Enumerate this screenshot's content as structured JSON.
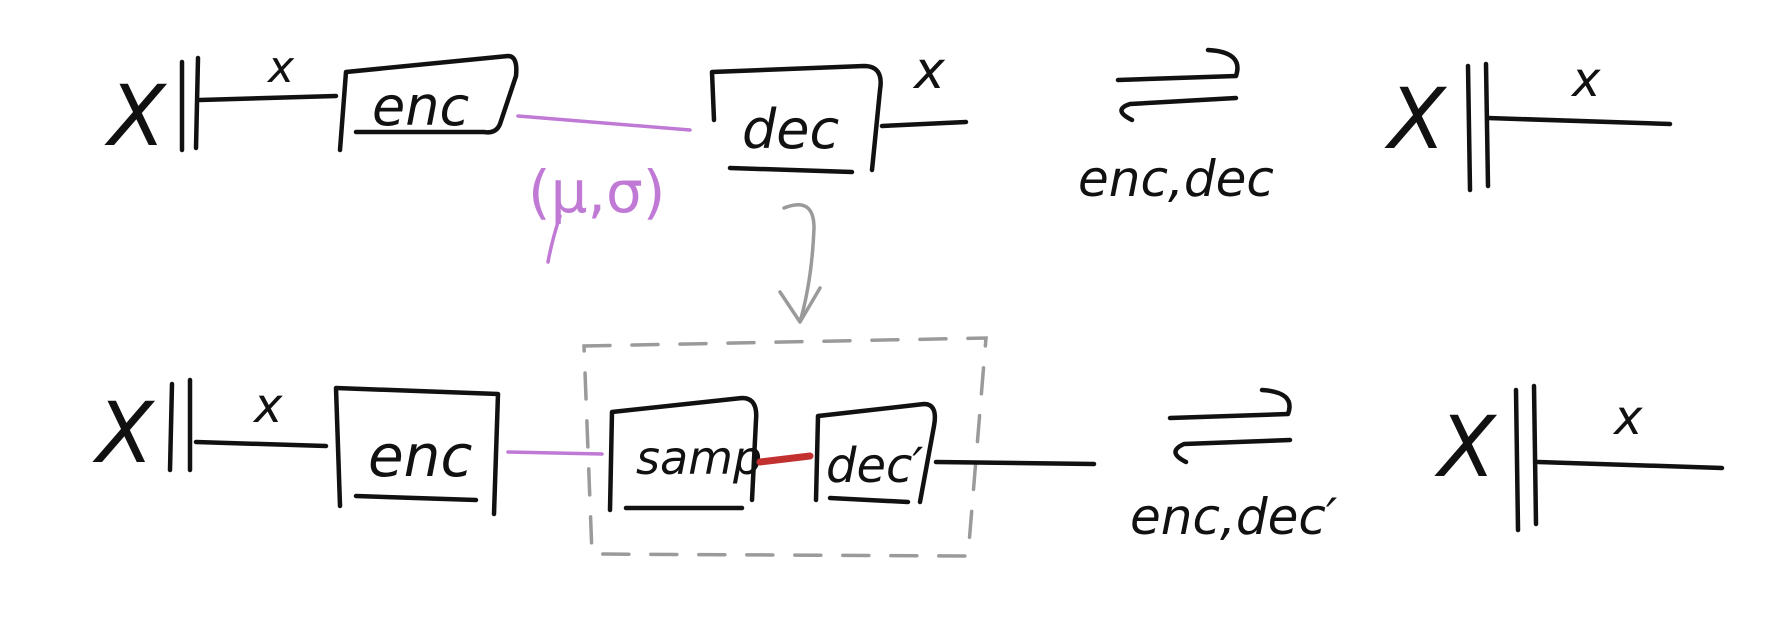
{
  "top_row": {
    "lhs_symbol": "X",
    "input_wire_label": "x",
    "encoder_label": "enc",
    "latent_params_label": "(μ,σ)",
    "decoder_label": "dec",
    "output_wire_label": "x",
    "optimize_under": "enc,dec",
    "rhs_symbol": "X",
    "rhs_wire_label": "x"
  },
  "bottom_row": {
    "lhs_symbol": "X",
    "input_wire_label": "x",
    "encoder_label": "enc",
    "sampler_label": "samp",
    "decoder_label": "dec′",
    "optimize_under": "enc,dec′",
    "rhs_symbol": "X",
    "rhs_wire_label": "x"
  },
  "colors": {
    "ink": "#111111",
    "latent_wire": "#c07ad6",
    "sample_wire": "#c23030",
    "refinement": "#9a9a9a"
  }
}
